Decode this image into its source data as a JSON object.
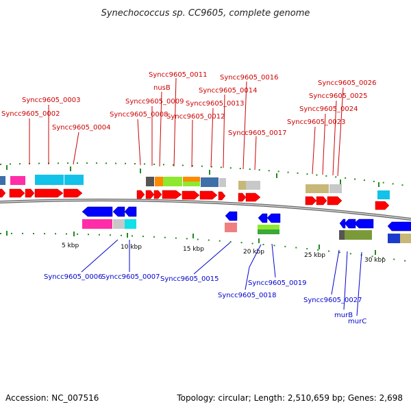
{
  "title": "Synechococcus sp. CC9605, complete genome",
  "footer": {
    "accession": "Accession: NC_007516",
    "topology": "Topology: circular; Length: 2,510,659 bp; Genes: 2,698"
  },
  "colors": {
    "forward_label": "#cc0000",
    "reverse_label": "#0000cc",
    "forward_cds": "#ff0000",
    "reverse_cds": "#0000ff",
    "backbone": "#888888",
    "tick": "#228b22"
  },
  "scale_labels": [
    "5 kbp",
    "10 kbp",
    "15 kbp",
    "20 kbp",
    "25 kbp",
    "30 kbp"
  ],
  "forward_labels": [
    "Syncc9605_0002",
    "Syncc9605_0003",
    "Syncc9605_0004",
    "Syncc9605_0008",
    "Syncc9605_0009",
    "nusB",
    "Syncc9605_0011",
    "Syncc9605_0012",
    "Syncc9605_0013",
    "Syncc9605_0014",
    "Syncc9605_0016",
    "Syncc9605_0017",
    "Syncc9605_0023",
    "Syncc9605_0024",
    "Syncc9605_0025",
    "Syncc9605_0026"
  ],
  "reverse_labels": [
    "Syncc9605_0006",
    "Syncc9605_0007",
    "Syncc9605_0015",
    "Syncc9605_0018",
    "Syncc9605_0019",
    "Syncc9605_0027",
    "murB",
    "murC"
  ]
}
